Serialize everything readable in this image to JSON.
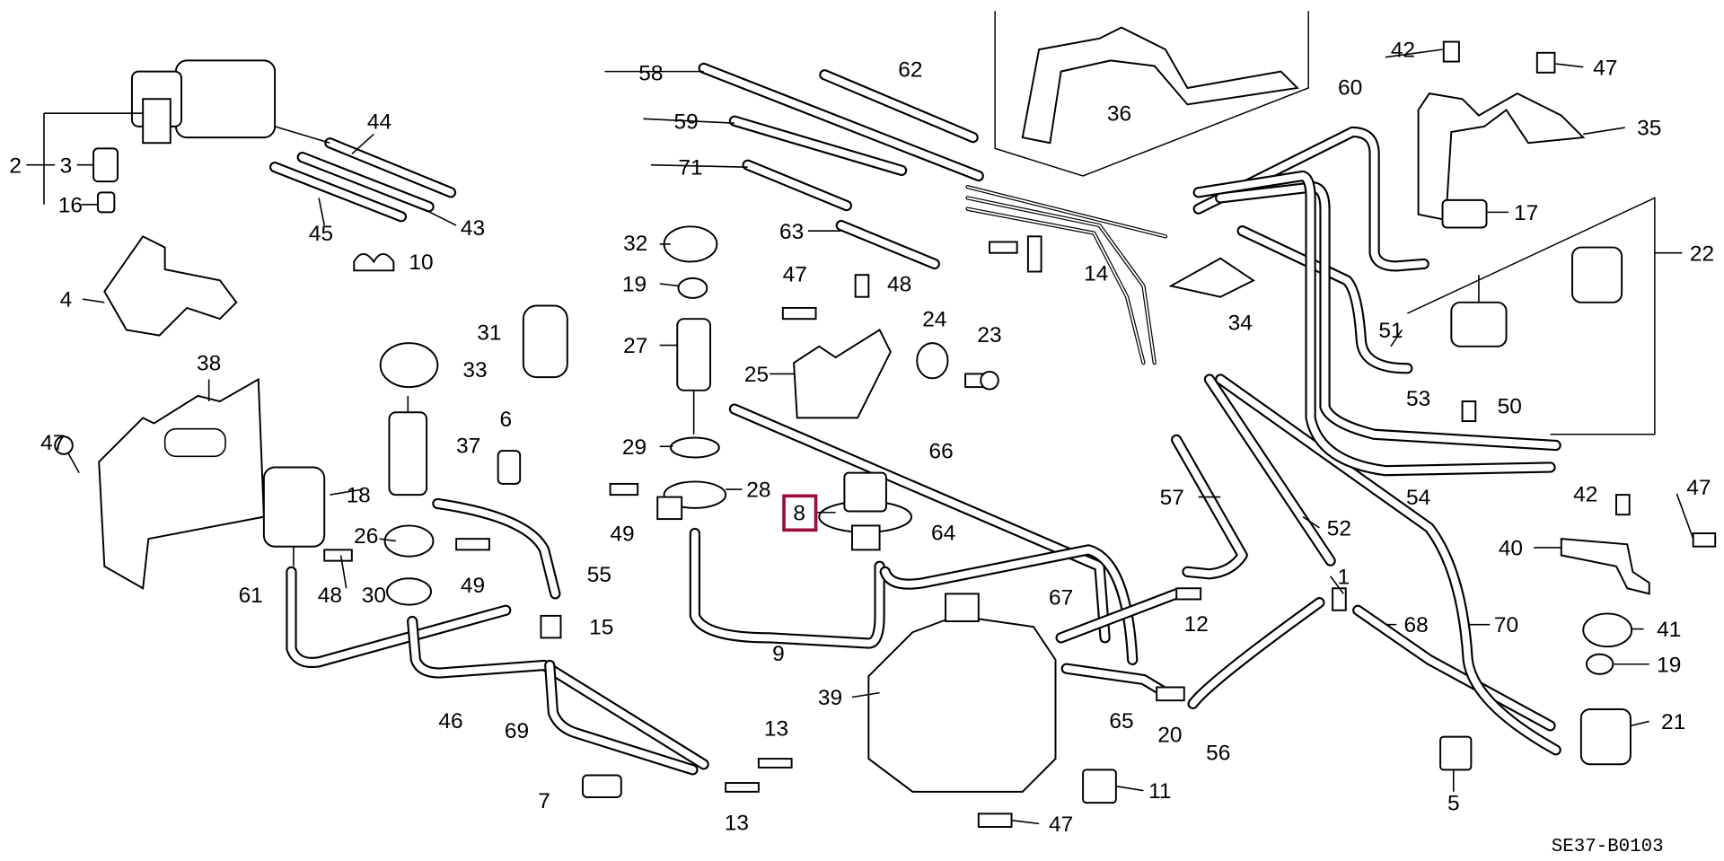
{
  "diagram": {
    "highlight_color": "#9b0e3c",
    "highlighted_part": "8",
    "drawing_code": "SE37-B0103",
    "callouts": [
      "2",
      "3",
      "16",
      "44",
      "43",
      "45",
      "10",
      "4",
      "38",
      "47",
      "31",
      "33",
      "37",
      "6",
      "18",
      "26",
      "48",
      "49",
      "30",
      "61",
      "55",
      "15",
      "46",
      "69",
      "7",
      "13",
      "13",
      "58",
      "62",
      "59",
      "71",
      "32",
      "19",
      "27",
      "29",
      "28",
      "49",
      "9",
      "8",
      "66",
      "64",
      "63",
      "47",
      "48",
      "24",
      "23",
      "25",
      "36",
      "14",
      "34",
      "60",
      "42",
      "47",
      "35",
      "17",
      "22",
      "51",
      "53",
      "50",
      "54",
      "57",
      "52",
      "1",
      "67",
      "12",
      "68",
      "70",
      "39",
      "65",
      "20",
      "56",
      "11",
      "47",
      "42",
      "47",
      "40",
      "41",
      "19",
      "21",
      "5"
    ]
  }
}
